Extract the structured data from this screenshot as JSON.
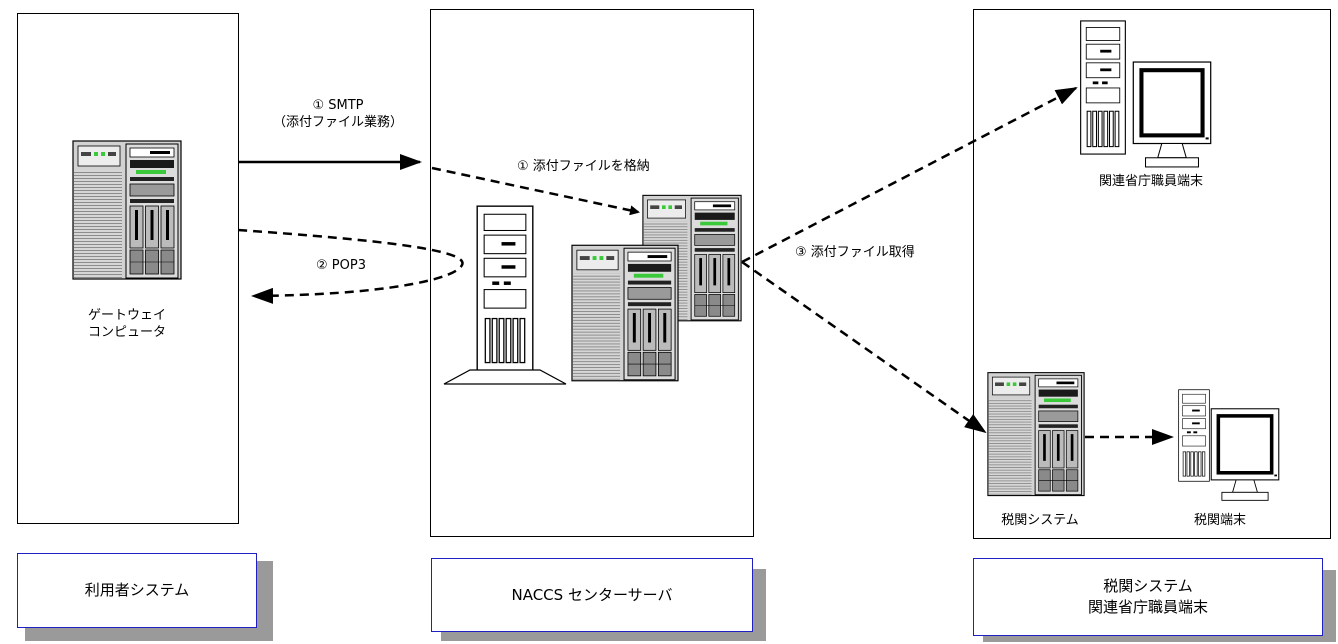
{
  "panels": {
    "user_system": {
      "gateway_line1": "ゲートウェイ",
      "gateway_line2": "コンピュータ",
      "caption": "利用者システム"
    },
    "naccs_center": {
      "caption": "NACCS センターサーバ"
    },
    "customs": {
      "terminal_top_label": "関連省庁職員端末",
      "customs_system_label": "税関システム",
      "customs_terminal_label": "税関端末",
      "caption_line1": "税関システム",
      "caption_line2": "関連省庁職員端末"
    }
  },
  "flows": {
    "smtp_line1": "① SMTP",
    "smtp_line2": "（添付ファイル業務）",
    "pop3": "② POP3",
    "store": "① 添付ファイルを格納",
    "retrieve": "③ 添付ファイル取得"
  }
}
